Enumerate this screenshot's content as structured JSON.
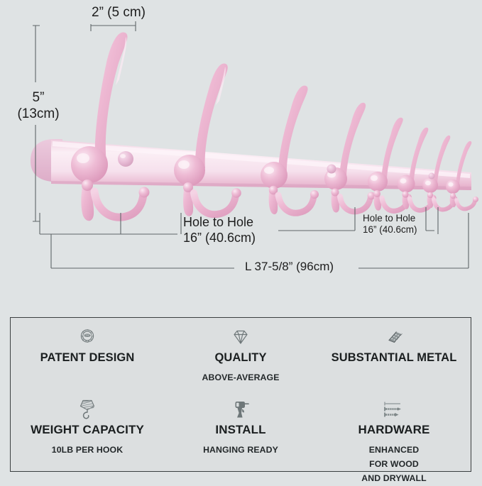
{
  "background_color": "#dfe3e4",
  "product": {
    "name": "wall mounted coat hook rack",
    "color_hex": "#edb9d2",
    "rail_color_hex": "#f5dfeb",
    "hook_count": 8
  },
  "dimensions": {
    "hook_depth": {
      "line1": "2” (5 cm)"
    },
    "height": {
      "line1": "5”",
      "line2": "(13cm)"
    },
    "hole_to_hole_left": {
      "line1": "Hole to Hole",
      "line2": "16” (40.6cm)"
    },
    "hole_to_hole_right": {
      "line1": "Hole to Hole",
      "line2": "16” (40.6cm)"
    },
    "total_length": {
      "line1": "L 37-5/8” (96cm)"
    }
  },
  "features": [
    {
      "icon": "patent-seal-icon",
      "title": "PATENT DESIGN",
      "sub": []
    },
    {
      "icon": "diamond-icon",
      "title": "QUALITY",
      "sub": [
        "ABOVE-AVERAGE"
      ]
    },
    {
      "icon": "metal-plate-icon",
      "title": "SUBSTANTIAL METAL",
      "sub": []
    },
    {
      "icon": "crane-hook-icon",
      "title": "WEIGHT CAPACITY",
      "sub": [
        "10LB PER HOOK"
      ]
    },
    {
      "icon": "power-drill-icon",
      "title": "INSTALL",
      "sub": [
        "HANGING READY"
      ]
    },
    {
      "icon": "screws-icon",
      "title": "HARDWARE",
      "sub": [
        "ENHANCED",
        "FOR WOOD",
        "AND DRYWALL"
      ]
    }
  ]
}
